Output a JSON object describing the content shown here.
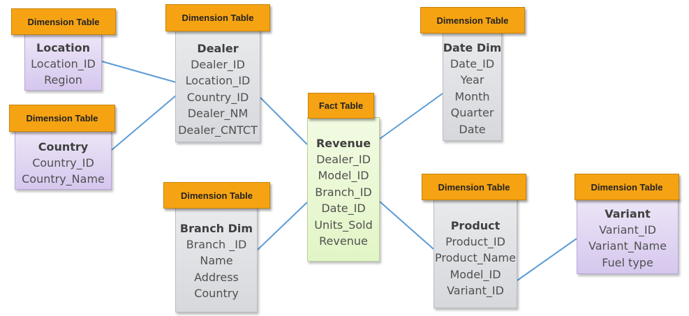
{
  "labels": {
    "dimension_table": "Dimension Table",
    "fact_table": "Fact Table"
  },
  "colors": {
    "tag": "#f6a313",
    "connector": "#5b9bd5",
    "dimension_gray": "#dcdee1",
    "dimension_purple": "#ddd0f0",
    "fact_green": "#e7f7cc"
  },
  "tables": {
    "location": {
      "title": "Location",
      "fields": [
        "Location_ID",
        "Region"
      ]
    },
    "dealer": {
      "title": "Dealer",
      "fields": [
        "Dealer_ID",
        "Location_ID",
        "Country_ID",
        "Dealer_NM",
        "Dealer_CNTCT"
      ]
    },
    "country": {
      "title": "Country",
      "fields": [
        "Country_ID",
        "Country_Name"
      ]
    },
    "revenue": {
      "title": "Revenue",
      "fields": [
        "Dealer_ID",
        "Model_ID",
        "Branch_ID",
        "Date_ID",
        "Units_Sold",
        "Revenue"
      ]
    },
    "date_dim": {
      "title": "Date Dim",
      "fields": [
        "Date_ID",
        "Year",
        "Month",
        "Quarter",
        "Date"
      ]
    },
    "branch_dim": {
      "title": "Branch Dim",
      "fields": [
        "Branch _ID",
        "Name",
        "Address",
        "Country"
      ]
    },
    "product": {
      "title": "Product",
      "fields": [
        "Product_ID",
        "Product_Name",
        "Model_ID",
        "Variant_ID"
      ]
    },
    "variant": {
      "title": "Variant",
      "fields": [
        "Variant_ID",
        "Variant_Name",
        "Fuel type"
      ]
    }
  }
}
